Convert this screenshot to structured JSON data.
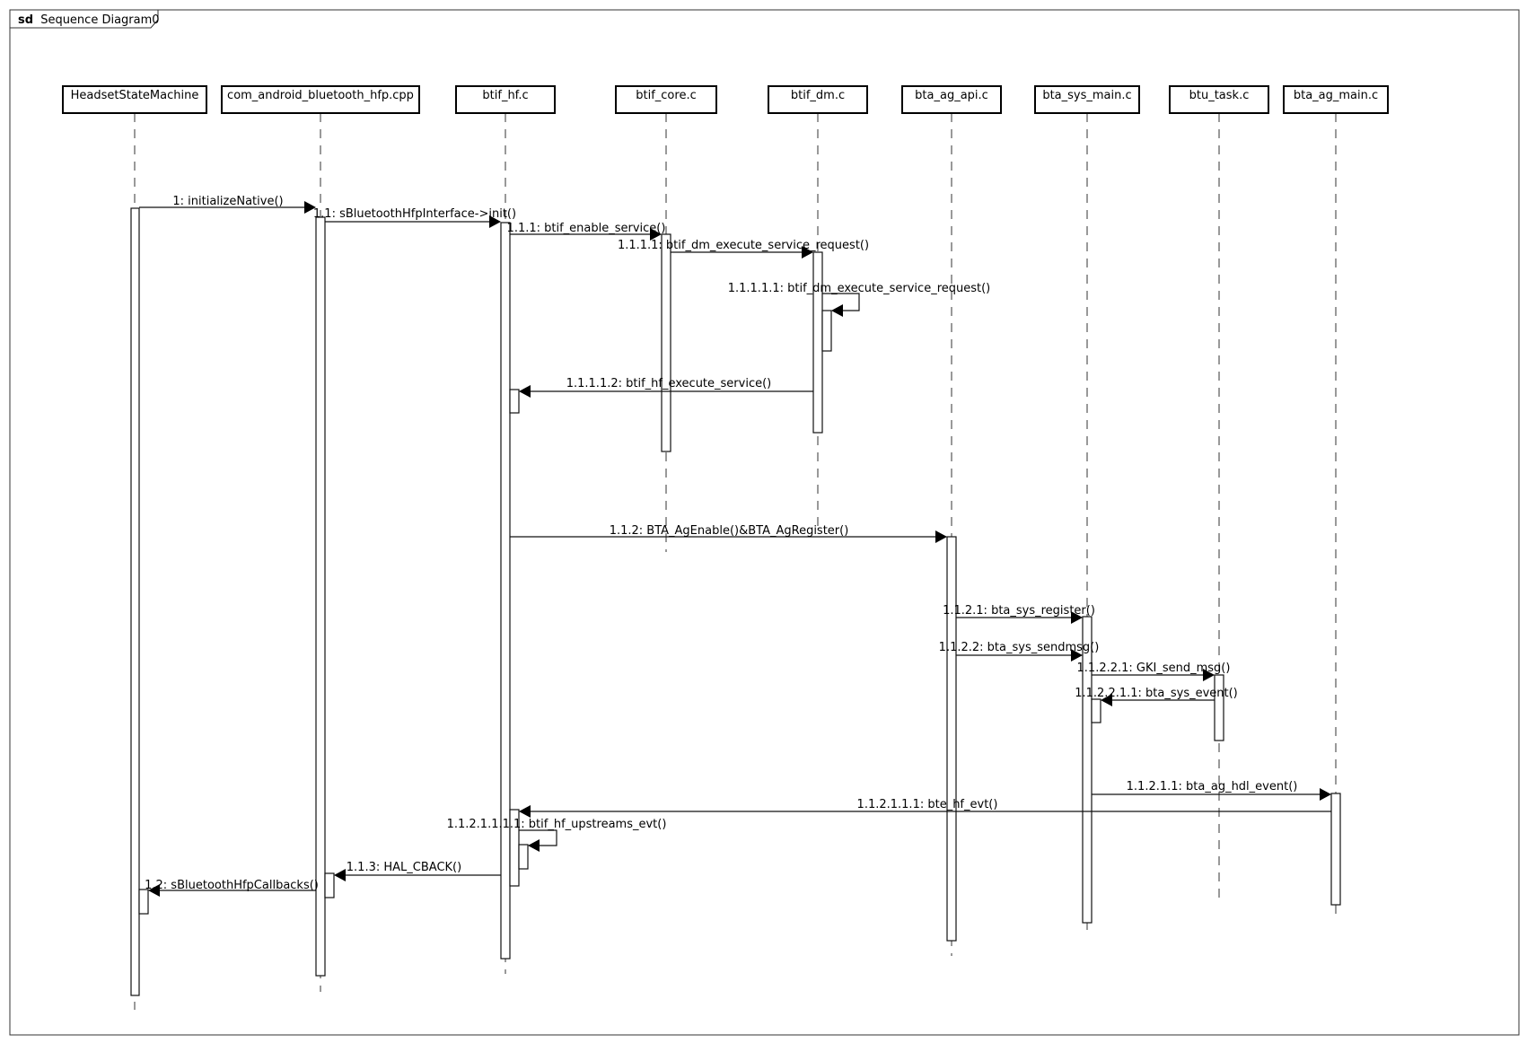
{
  "frame": {
    "keyword": "sd",
    "title": "Sequence Diagram0"
  },
  "lifelines": [
    {
      "id": "hsm",
      "name": "HeadsetStateMachine"
    },
    {
      "id": "jni",
      "name": "com_android_bluetooth_hfp.cpp"
    },
    {
      "id": "hf",
      "name": "btif_hf.c"
    },
    {
      "id": "core",
      "name": "btif_core.c"
    },
    {
      "id": "dm",
      "name": "btif_dm.c"
    },
    {
      "id": "api",
      "name": "bta_ag_api.c"
    },
    {
      "id": "sys",
      "name": "bta_sys_main.c"
    },
    {
      "id": "btu",
      "name": "btu_task.c"
    },
    {
      "id": "agm",
      "name": "bta_ag_main.c"
    }
  ],
  "messages": [
    {
      "id": "m1",
      "label": "1: initializeNative()",
      "from": "hsm",
      "to": "jni"
    },
    {
      "id": "m11",
      "label": "1.1: sBluetoothHfpInterface->init()",
      "from": "jni",
      "to": "hf"
    },
    {
      "id": "m111",
      "label": "1.1.1: btif_enable_service()",
      "from": "hf",
      "to": "core"
    },
    {
      "id": "m1111",
      "label": "1.1.1.1: btif_dm_execute_service_request()",
      "from": "core",
      "to": "dm"
    },
    {
      "id": "m11111",
      "label": "1.1.1.1.1: btif_dm_execute_service_request()",
      "from": "dm",
      "to": "dm"
    },
    {
      "id": "m11112",
      "label": "1.1.1.1.2: btif_hf_execute_service()",
      "from": "dm",
      "to": "hf"
    },
    {
      "id": "m112",
      "label": "1.1.2: BTA_AgEnable()&BTA_AgRegister()",
      "from": "hf",
      "to": "api"
    },
    {
      "id": "m1121",
      "label": "1.1.2.1: bta_sys_register()",
      "from": "api",
      "to": "sys"
    },
    {
      "id": "m1122",
      "label": "1.1.2.2: bta_sys_sendmsg()",
      "from": "api",
      "to": "sys"
    },
    {
      "id": "m11221",
      "label": "1.1.2.2.1: GKI_send_msg()",
      "from": "sys",
      "to": "btu"
    },
    {
      "id": "m112211",
      "label": "1.1.2.2.1.1: bta_sys_event()",
      "from": "btu",
      "to": "sys"
    },
    {
      "id": "m11211",
      "label": "1.1.2.1.1: bta_ag_hdl_event()",
      "from": "sys",
      "to": "agm"
    },
    {
      "id": "m112111",
      "label": "1.1.2.1.1.1: bte_hf_evt()",
      "from": "agm",
      "to": "hf"
    },
    {
      "id": "m1121111",
      "label": "1.1.2.1.1.1.1: btif_hf_upstreams_evt()",
      "from": "hf",
      "to": "hf"
    },
    {
      "id": "m113",
      "label": "1.1.3: HAL_CBACK()",
      "from": "hf",
      "to": "jni"
    },
    {
      "id": "m12",
      "label": "1.2: sBluetoothHfpCallbacks()",
      "from": "jni",
      "to": "hsm"
    }
  ]
}
